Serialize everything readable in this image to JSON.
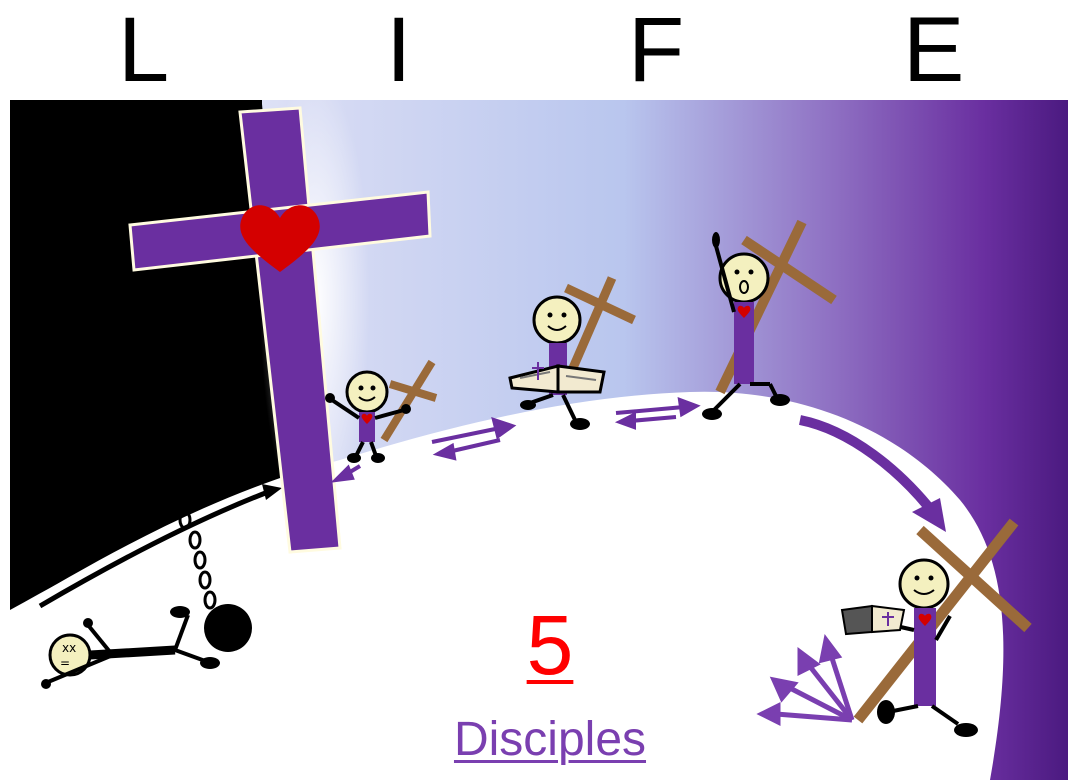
{
  "title": {
    "letters": [
      "L",
      "I",
      "F",
      "E"
    ]
  },
  "stage": {
    "number": "5",
    "label": "Disciples"
  },
  "colors": {
    "purple": "#6a2fa0",
    "deep_purple": "#4b1a80",
    "heart": "#d40000",
    "wood": "#9a6a3a",
    "face": "#f4f0bf",
    "number": "#ff0000",
    "caption": "#7a3fb0"
  },
  "icons": [
    "cross-icon",
    "heart-icon",
    "chain-ball-icon",
    "open-bible-icon",
    "stick-figure-icon"
  ]
}
